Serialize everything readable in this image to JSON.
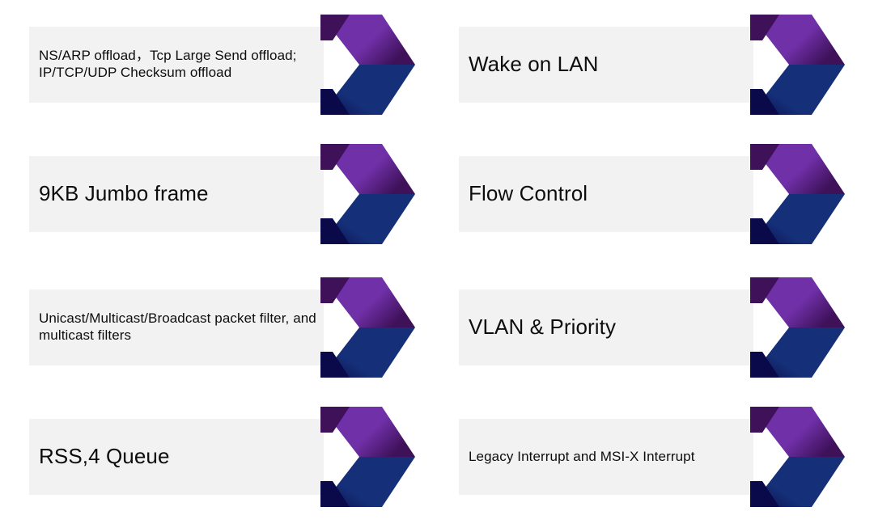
{
  "slide": {
    "background_color": "#FFFFFF",
    "bar_color": "#F2F2F2",
    "text_color": "#0D0D0D",
    "arrow_purple": "#7030A8",
    "arrow_purple_dark": "#3E1159",
    "arrow_blue": "#153078",
    "arrow_blue_dark": "#0A0A4A"
  },
  "items": [
    {
      "id": "offload-features",
      "label": "NS/ARP offload，Tcp Large Send offload; IP/TCP/UDP Checksum offload",
      "size": "small",
      "column": "left",
      "row": 1,
      "icon": "chevron-arrow-right-icon"
    },
    {
      "id": "wake-on-lan",
      "label": "Wake on LAN",
      "size": "large",
      "column": "right",
      "row": 1,
      "icon": "chevron-arrow-right-icon"
    },
    {
      "id": "jumbo-frame",
      "label": "9KB Jumbo frame",
      "size": "large",
      "column": "left",
      "row": 2,
      "icon": "chevron-arrow-right-icon"
    },
    {
      "id": "flow-control",
      "label": "Flow Control",
      "size": "large",
      "column": "right",
      "row": 2,
      "icon": "chevron-arrow-right-icon"
    },
    {
      "id": "packet-filters",
      "label": "Unicast/Multicast/Broadcast packet filter, and multicast filters",
      "size": "small",
      "column": "left",
      "row": 3,
      "icon": "chevron-arrow-right-icon"
    },
    {
      "id": "vlan-priority",
      "label": "VLAN & Priority",
      "size": "large",
      "column": "right",
      "row": 3,
      "icon": "chevron-arrow-right-icon"
    },
    {
      "id": "rss-queue",
      "label": "RSS,4 Queue",
      "size": "large",
      "column": "left",
      "row": 4,
      "icon": "chevron-arrow-right-icon"
    },
    {
      "id": "interrupts",
      "label": "Legacy Interrupt and MSI-X Interrupt",
      "size": "small",
      "column": "right",
      "row": 4,
      "icon": "chevron-arrow-right-icon"
    }
  ]
}
